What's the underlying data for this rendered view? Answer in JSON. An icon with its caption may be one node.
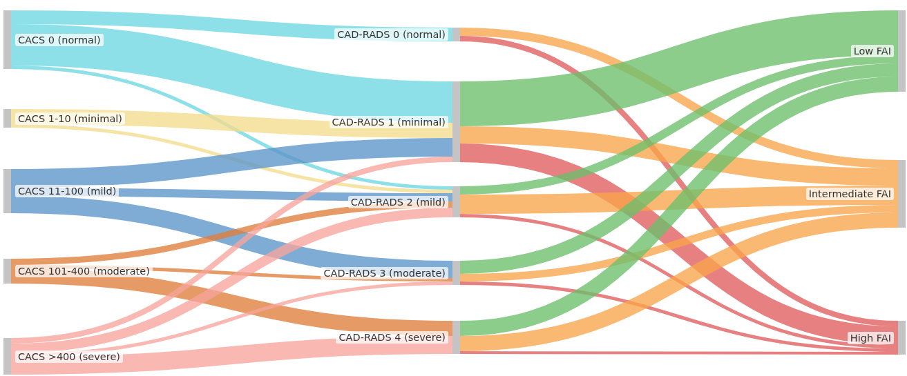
{
  "diagram": {
    "nodes": [
      {
        "text": [
          "CACS 0 (normal)"
        ]
      },
      {
        "text": [
          "CACS 1-10 (minimal)"
        ]
      },
      {
        "text": [
          "CACS 11-100 (mild)"
        ]
      },
      {
        "text": [
          "CACS 101-400 (moderate)"
        ]
      },
      {
        "text": [
          "CACS >400 (severe)"
        ]
      },
      {
        "text": [
          "CAD-RADS 0 (normal)"
        ]
      },
      {
        "text": [
          "CAD-RADS 1 (minimal)"
        ]
      },
      {
        "text": [
          "CAD-RADS 2 (mild)"
        ]
      },
      {
        "text": [
          "CAD-RADS 3 (moderate)"
        ]
      },
      {
        "text": [
          "CAD-RADS 4 (severe)"
        ]
      },
      {
        "text": [
          "Low FAI"
        ]
      },
      {
        "text": [
          "Intermediate FAI"
        ]
      },
      {
        "text": [
          "High FAI"
        ]
      }
    ],
    "edges": [
      {
        "from": 0,
        "to": 5,
        "arrow": "none",
        "color": "#6dd7e2"
      },
      {
        "from": 0,
        "to": 6,
        "arrow": "none",
        "style": "thick",
        "color": "#6dd7e2"
      },
      {
        "from": 0,
        "to": 7,
        "arrow": "none",
        "color": "#6dd7e2"
      },
      {
        "from": 1,
        "to": 6,
        "arrow": "none",
        "color": "#f3dc8e"
      },
      {
        "from": 1,
        "to": 7,
        "arrow": "none",
        "color": "#f3dc8e"
      },
      {
        "from": 2,
        "to": 6,
        "arrow": "none",
        "style": "thick",
        "color": "#5b95c9"
      },
      {
        "from": 2,
        "to": 7,
        "arrow": "none",
        "color": "#5b95c9"
      },
      {
        "from": 2,
        "to": 8,
        "arrow": "none",
        "color": "#5b95c9"
      },
      {
        "from": 3,
        "to": 7,
        "arrow": "none",
        "color": "#df7d3a"
      },
      {
        "from": 3,
        "to": 8,
        "arrow": "none",
        "color": "#df7d3a"
      },
      {
        "from": 3,
        "to": 9,
        "arrow": "none",
        "color": "#df7d3a"
      },
      {
        "from": 4,
        "to": 6,
        "arrow": "none",
        "color": "#f7a49c"
      },
      {
        "from": 4,
        "to": 7,
        "arrow": "none",
        "color": "#f7a49c"
      },
      {
        "from": 4,
        "to": 8,
        "arrow": "none",
        "color": "#f7a49c"
      },
      {
        "from": 4,
        "to": 9,
        "arrow": "none",
        "style": "thick",
        "color": "#f7a49c"
      },
      {
        "from": 5,
        "to": 11,
        "arrow": "none",
        "color": "#f9a54c"
      },
      {
        "from": 5,
        "to": 12,
        "arrow": "none",
        "color": "#e05d5d"
      },
      {
        "from": 6,
        "to": 10,
        "arrow": "none",
        "style": "thick",
        "color": "#6bbf6b"
      },
      {
        "from": 6,
        "to": 11,
        "arrow": "none",
        "color": "#f9a54c"
      },
      {
        "from": 6,
        "to": 12,
        "arrow": "none",
        "style": "thick",
        "color": "#e05d5d"
      },
      {
        "from": 7,
        "to": 10,
        "arrow": "none",
        "color": "#6bbf6b"
      },
      {
        "from": 7,
        "to": 11,
        "arrow": "none",
        "style": "thick",
        "color": "#f9a54c"
      },
      {
        "from": 7,
        "to": 12,
        "arrow": "none",
        "color": "#e05d5d"
      },
      {
        "from": 8,
        "to": 10,
        "arrow": "none",
        "color": "#6bbf6b"
      },
      {
        "from": 8,
        "to": 11,
        "arrow": "none",
        "color": "#f9a54c"
      },
      {
        "from": 8,
        "to": 12,
        "arrow": "none",
        "color": "#e05d5d"
      },
      {
        "from": 9,
        "to": 10,
        "arrow": "none",
        "color": "#6bbf6b"
      },
      {
        "from": 9,
        "to": 11,
        "arrow": "none",
        "color": "#f9a54c"
      },
      {
        "from": 9,
        "to": 12,
        "arrow": "none",
        "color": "#e05d5d"
      }
    ]
  }
}
